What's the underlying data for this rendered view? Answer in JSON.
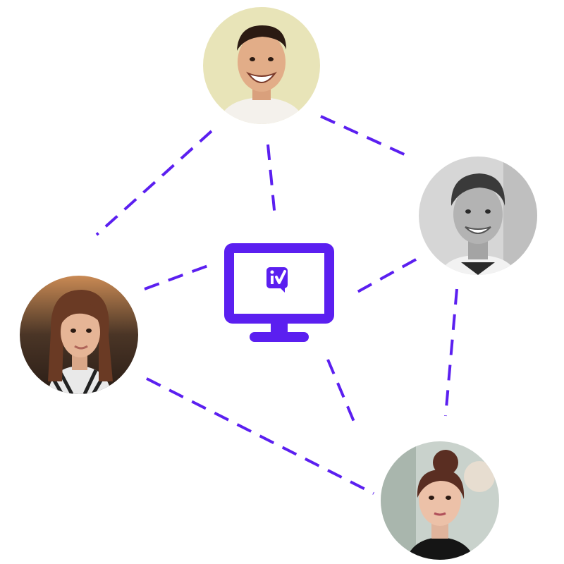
{
  "diagram": {
    "type": "network",
    "nodes": [
      {
        "id": "center",
        "icon": "monitor-app-icon"
      },
      {
        "id": "person-top",
        "icon": "avatar-photo"
      },
      {
        "id": "person-right",
        "icon": "avatar-photo"
      },
      {
        "id": "person-left",
        "icon": "avatar-photo"
      },
      {
        "id": "person-bottom",
        "icon": "avatar-photo"
      }
    ],
    "edges": [
      [
        "person-top",
        "center"
      ],
      [
        "person-top",
        "person-left"
      ],
      [
        "person-top",
        "person-right"
      ],
      [
        "person-right",
        "center"
      ],
      [
        "person-right",
        "person-bottom"
      ],
      [
        "person-left",
        "center"
      ],
      [
        "person-left",
        "person-bottom"
      ],
      [
        "center",
        "person-bottom"
      ]
    ],
    "edge_style": "dashed"
  },
  "colors": {
    "accent": "#5b1ff0",
    "background": "#ffffff",
    "avatar_top_bg": "#e8e4b8",
    "avatar_right_bg": "#cfcfcf",
    "avatar_left_bg": "#3a2a22",
    "avatar_bottom_bg": "#c9d2cc"
  }
}
